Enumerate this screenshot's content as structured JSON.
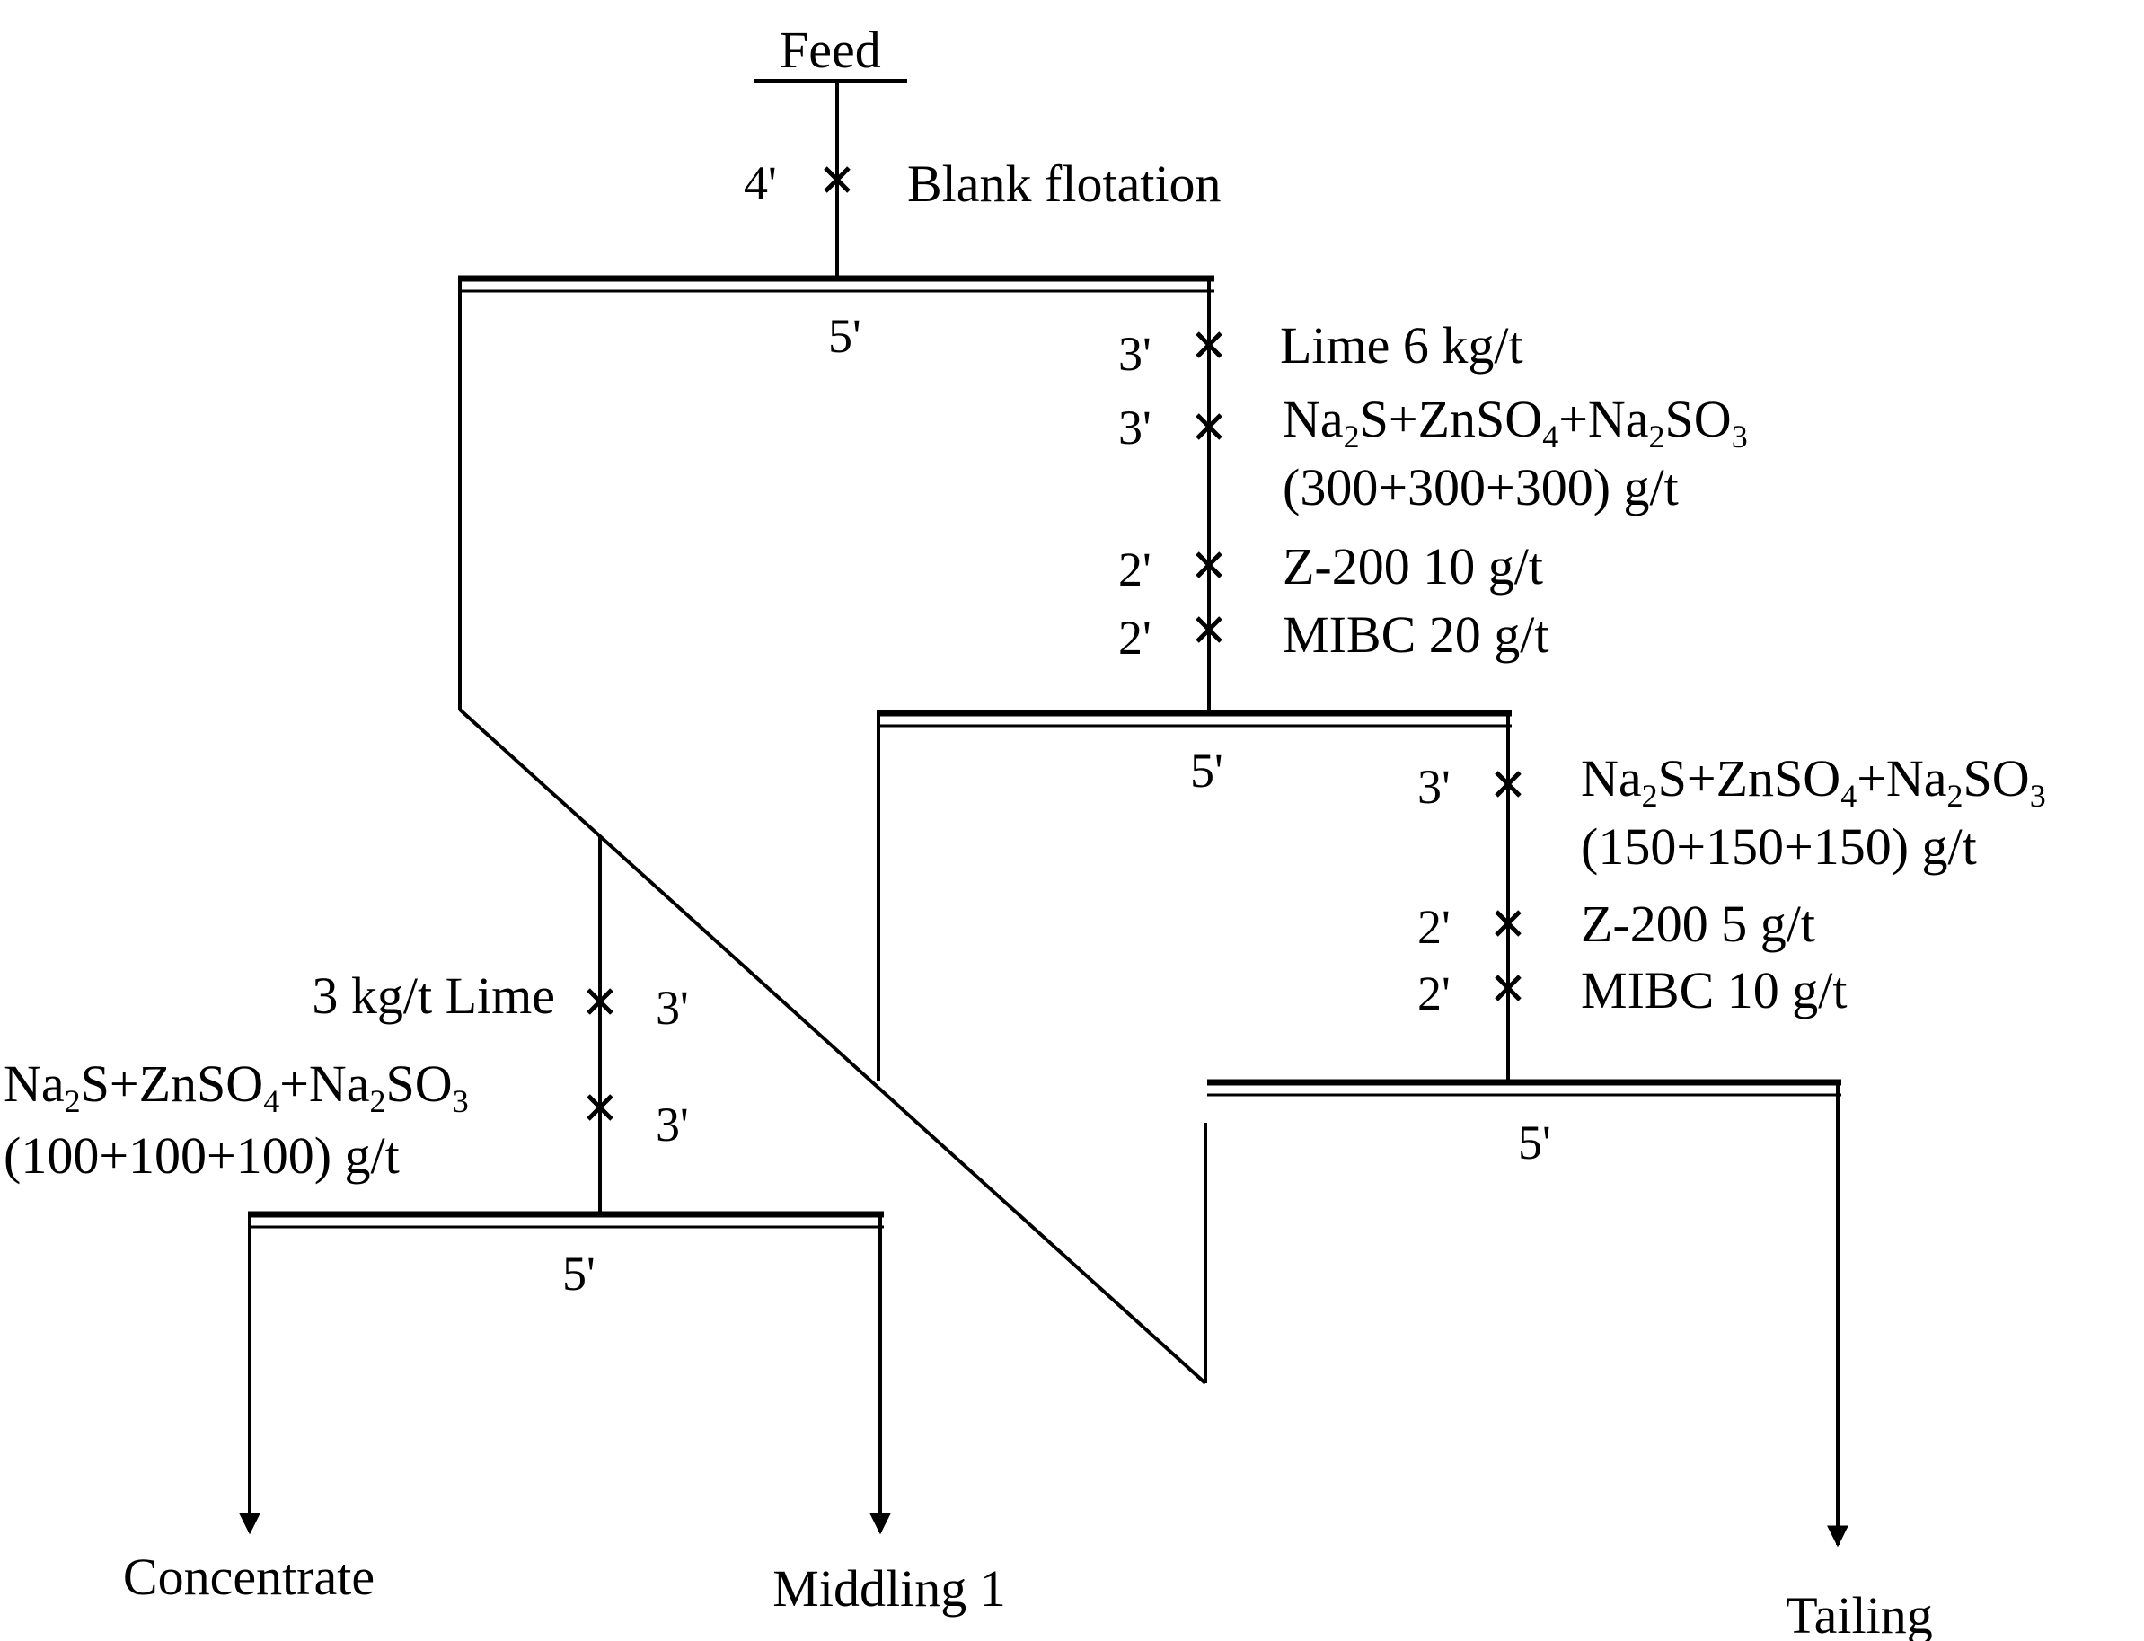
{
  "feed": {
    "label": "Feed",
    "time": "4'",
    "note": "Blank flotation"
  },
  "rougher": {
    "time": "5'",
    "reagents": [
      {
        "time": "3'",
        "text": "Lime  6 kg/t"
      },
      {
        "time": "3'",
        "formula": [
          "Na",
          "2",
          "S+ZnSO",
          "4",
          "+Na",
          "2",
          "SO",
          "3"
        ],
        "dosage": "(300+300+300) g/t"
      },
      {
        "time": "2'",
        "text": "Z-200 10 g/t"
      },
      {
        "time": "2'",
        "text": "MIBC 20 g/t"
      }
    ]
  },
  "scavenger": {
    "time": "5'",
    "reagents": [
      {
        "time": "3'",
        "formula": [
          "Na",
          "2",
          "S+ZnSO",
          "4",
          "+Na",
          "2",
          "SO",
          "3"
        ],
        "dosage": "(150+150+150) g/t"
      },
      {
        "time": "2'",
        "text": "Z-200  5 g/t"
      },
      {
        "time": "2'",
        "text": "MIBC 10 g/t"
      }
    ]
  },
  "cleaner": {
    "time": "5'",
    "reagents": [
      {
        "time": "3'",
        "text": "3 kg/t Lime"
      },
      {
        "time": "3'",
        "formula": [
          "Na",
          "2",
          "S+ZnSO",
          "4",
          "+Na",
          "2",
          "SO",
          "3"
        ],
        "dosage": "(100+100+100) g/t"
      }
    ]
  },
  "scavenger2": {
    "time": "5'"
  },
  "outputs": {
    "concentrate": "Concentrate",
    "middling": "Middling 1",
    "tailing": "Tailing"
  }
}
